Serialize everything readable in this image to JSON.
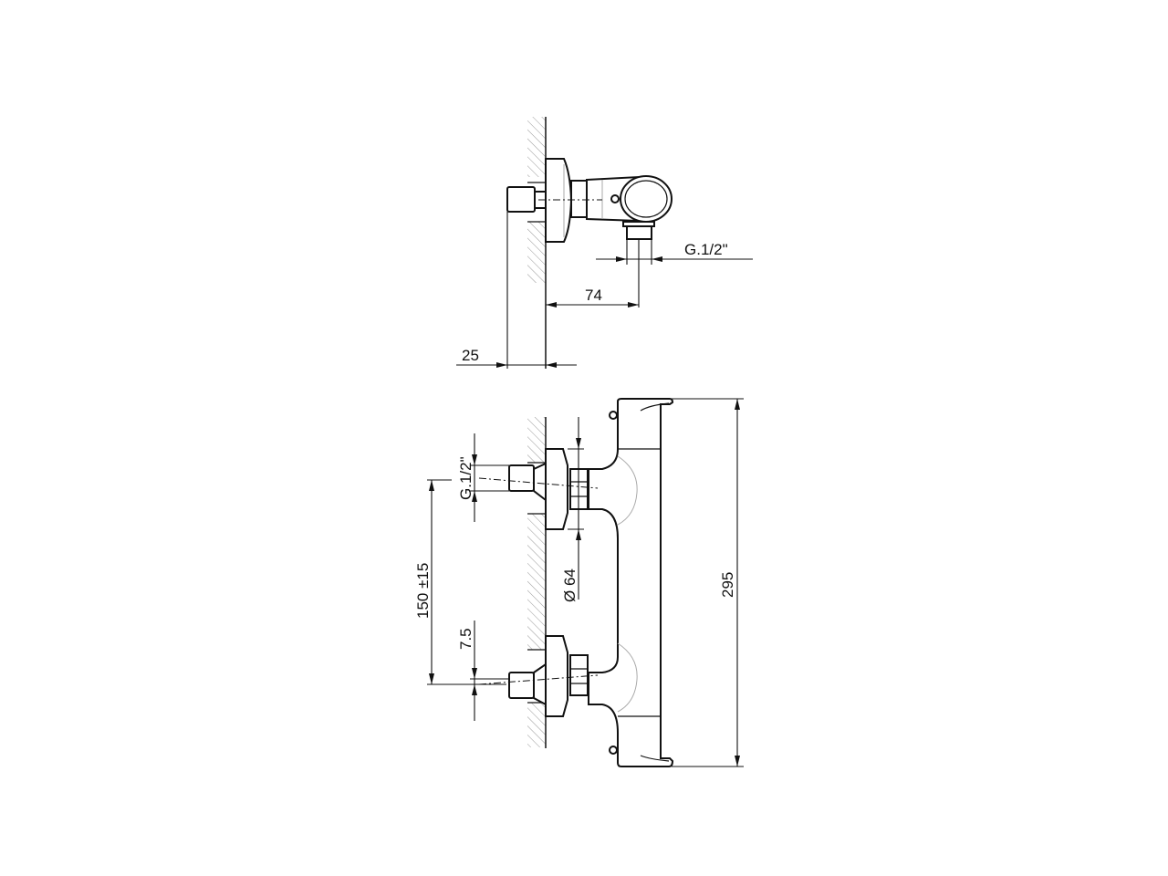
{
  "drawing": {
    "side_view": {
      "dim_outlet_thread": "G.1/2\"",
      "dim_outlet_offset": "74",
      "dim_inlet_projection": "25"
    },
    "front_view": {
      "dim_total_height": "295",
      "dim_inlet_spacing": "150  ±15",
      "dim_inlet_thread": "G.1/2\"",
      "dim_eccentric_offset": "7.5",
      "dim_flange_diameter": "Ø 64"
    },
    "colors": {
      "line": "#111111",
      "hatch": "#aaaaaa",
      "background": "#ffffff"
    }
  }
}
